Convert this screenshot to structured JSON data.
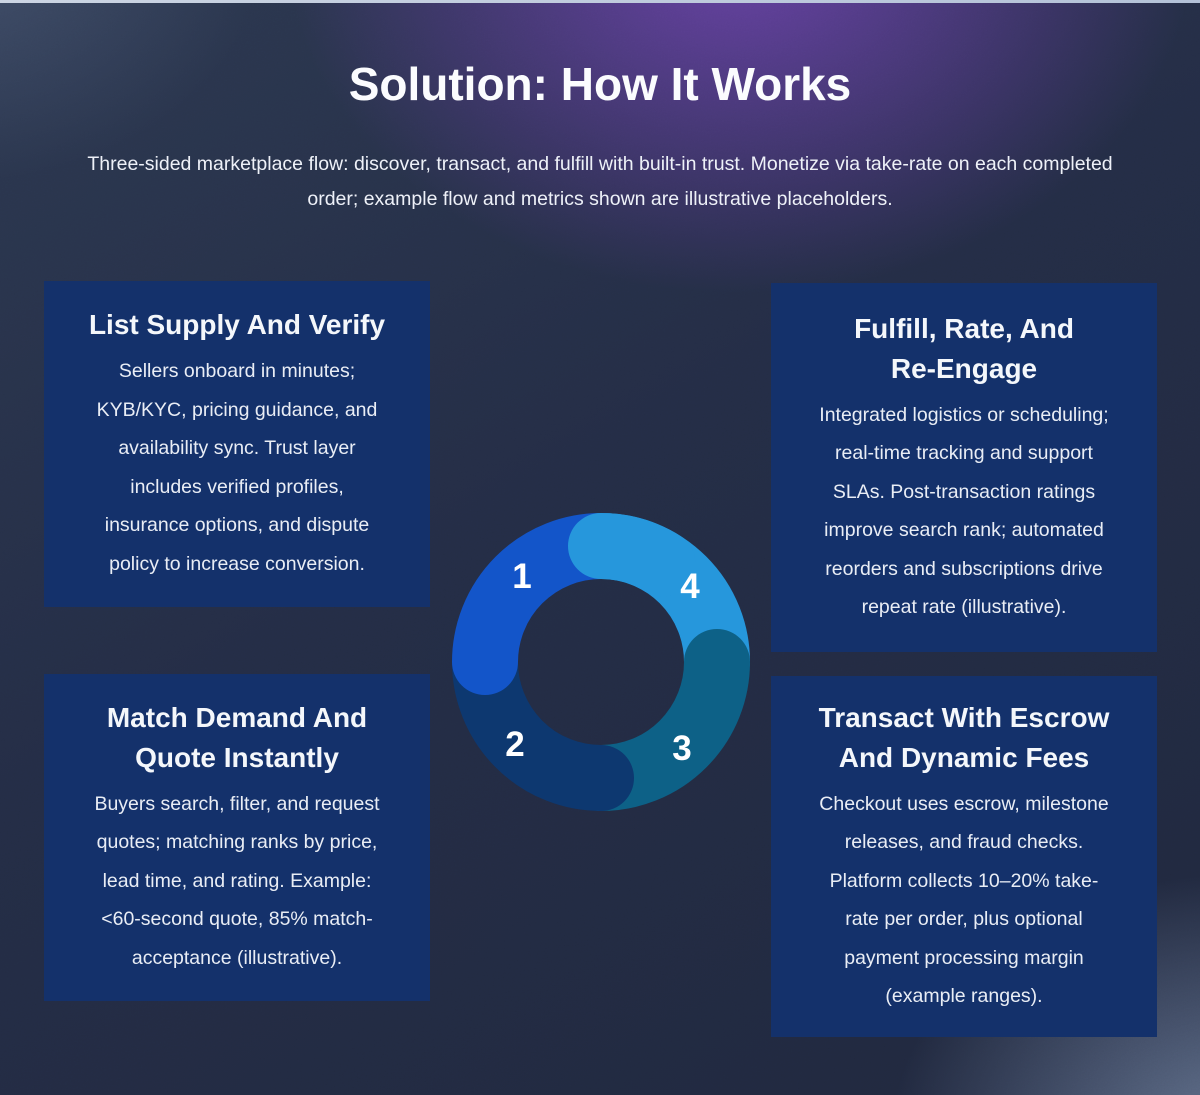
{
  "page": {
    "title": "Solution: How It Works",
    "subtitle_lines": [
      "Three-sided marketplace flow: discover, transact, and fulfill with built-in trust. Monetize via take-rate on each completed",
      "order; example flow and metrics shown are illustrative placeholders."
    ]
  },
  "cards": {
    "top_left": {
      "title_lines": [
        "List Supply And Verify"
      ],
      "body_lines": [
        "Sellers onboard in minutes;",
        "KYB/KYC, pricing guidance, and",
        "availability sync. Trust layer",
        "includes verified profiles,",
        "insurance options, and dispute",
        "policy to increase conversion."
      ]
    },
    "top_right": {
      "title_lines": [
        "Fulfill, Rate, And",
        "Re-Engage"
      ],
      "body_lines": [
        "Integrated logistics or scheduling;",
        "real-time tracking and support",
        "SLAs. Post-transaction ratings",
        "improve search rank; automated",
        "reorders and subscriptions drive",
        "repeat rate (illustrative)."
      ]
    },
    "bottom_left": {
      "title_lines": [
        "Match Demand And",
        "Quote Instantly"
      ],
      "body_lines": [
        "Buyers search, filter, and request",
        "quotes; matching ranks by price,",
        "lead time, and rating. Example:",
        "<60-second quote, 85% match-",
        "acceptance (illustrative)."
      ]
    },
    "bottom_right": {
      "title_lines": [
        "Transact With Escrow",
        "And Dynamic Fees"
      ],
      "body_lines": [
        "Checkout uses escrow, milestone",
        "releases, and fraud checks.",
        "Platform collects 10–20% take-",
        "rate per order, plus optional",
        "payment processing margin",
        "(example ranges)."
      ]
    }
  },
  "diagram": {
    "type": "cycle-donut",
    "steps": [
      {
        "label": "1",
        "color": "#1355c9"
      },
      {
        "label": "2",
        "color": "#0d3870"
      },
      {
        "label": "3",
        "color": "#0d6187"
      },
      {
        "label": "4",
        "color": "#2697dc"
      }
    ]
  },
  "colors": {
    "card_background": "#14316b",
    "background_base": "#242d46",
    "purple_glow": "#6b3fa8",
    "bottom_right_glow": "#94a8c8",
    "top_strip": "#c2ccdc",
    "text": "#eef1f8"
  }
}
